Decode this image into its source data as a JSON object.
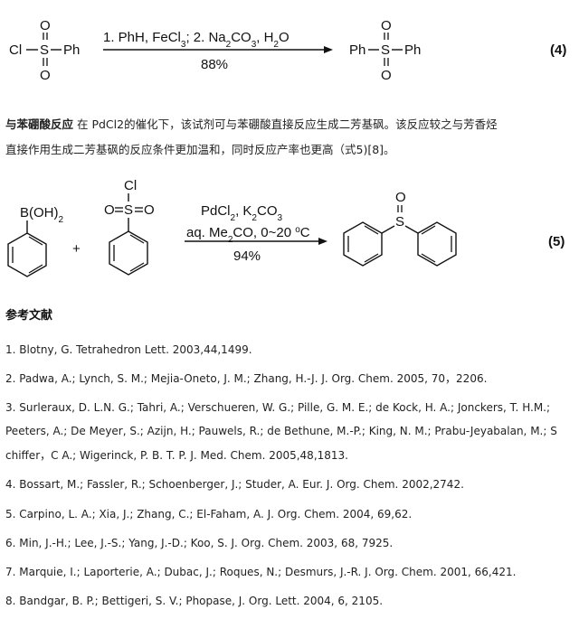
{
  "scheme4": {
    "reactant_cl": "Cl",
    "reactant_s": "S",
    "reactant_ph": "Ph",
    "o_top": "O",
    "o_bottom": "O",
    "conditions_top": "1. PhH, FeCl3; 2. Na2CO3, H2O",
    "yield": "88%",
    "product_left_ph": "Ph",
    "product_s": "S",
    "product_right_ph": "Ph",
    "label": "(4)"
  },
  "paragraph": {
    "lead": "与苯硼酸反应",
    "line1_rest": " 在 PdCl2的催化下，该试剂可与苯硼酸直接反应生成二芳基砜。该反应较之与芳香烃",
    "line2": "直接作用生成二芳基砜的反应条件更加温和，同时反应产率也更高（式5)[8]。"
  },
  "scheme5": {
    "boronic": "B(OH)2",
    "plus": "+",
    "cl": "Cl",
    "o_left": "O",
    "s": "S",
    "o_right": "O",
    "cond1": "PdCl2, K2CO3",
    "cond2": "aq. Me2CO, 0~20 °C",
    "yield": "94%",
    "prod_o": "O",
    "prod_s": "S",
    "label": "(5)"
  },
  "references_title": "参考文献",
  "references": [
    "1. Blotny, G. Tetrahedron Lett. 2003,44,1499.",
    "2. Padwa, A.; Lynch, S. M.; Mejia-Oneto, J. M.; Zhang, H.-J. J. Org. Chem. 2005, 70，2206.",
    "3. Surleraux, D. L.N. G.; Tahri, A.; Verschueren, W. G.; Pille, G. M. E.; de Kock, H. A.; Jonckers, T. H.M.;",
    "Peeters, A.; De Meyer, S.; Azijn, H.; Pauwels, R.; de Bethune, M.-P.; King, N. M.; Prabu-Jeyabalan, M.; S",
    "chiffer，C A.; Wigerinck, P. B. T. P. J. Med. Chem. 2005,48,1813.",
    "4. Bossart, M.; Fassler, R.; Schoenberger, J.; Studer, A. Eur. J. Org. Chem. 2002,2742.",
    "5. Carpino, L. A.; Xia, J.; Zhang, C.; El-Faham, A. J. Org. Chem. 2004, 69,62.",
    "6. Min, J.-H.; Lee, J.-S.; Yang, J.-D.; Koo, S. J. Org. Chem. 2003, 68, 7925.",
    "7. Marquie, I.; Laporterie, A.; Dubac, J.; Roques, N.; Desmurs, J.-R. J. Org. Chem. 2001, 66,421.",
    "8. Bandgar, B. P.; Bettigeri, S. V.; Phopase, J. Org. Lett. 2004, 6, 2105."
  ]
}
